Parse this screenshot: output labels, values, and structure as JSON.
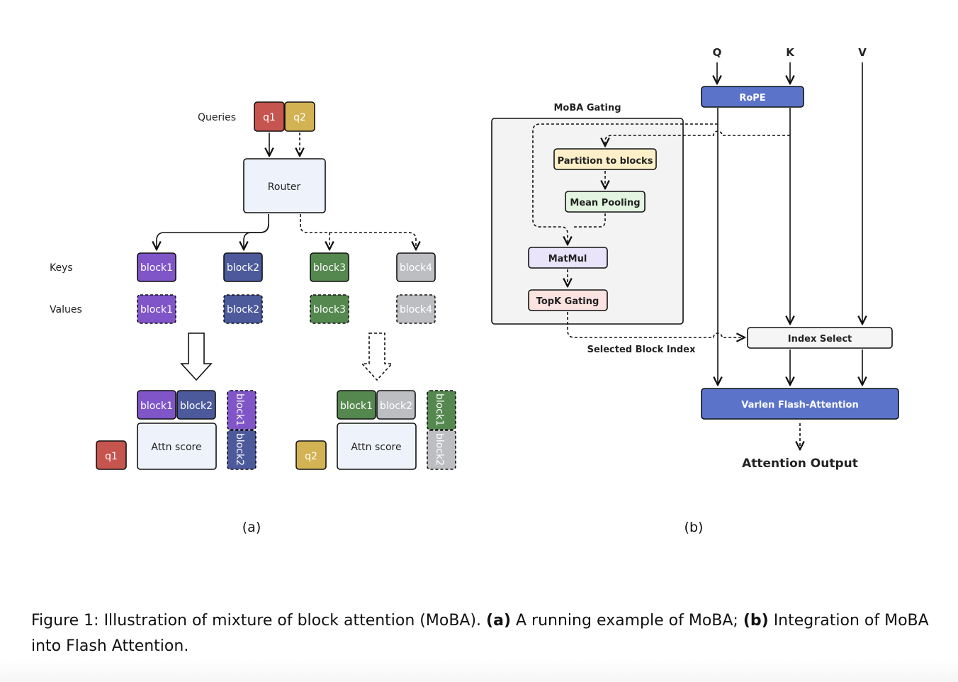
{
  "colors": {
    "q1": "#c6544f",
    "q2": "#d3b254",
    "block1": "#7f55c8",
    "block2": "#4c5a9c",
    "block3": "#55884f",
    "block4": "#bcbec2",
    "router_fill": "#eef2fb",
    "rope": "#5b74c9",
    "varlen": "#5b74c9",
    "partition": "#fdf0c9",
    "pooling": "#e3f4e1",
    "matmul": "#e9e4f9",
    "topk": "#fbe3e1",
    "gating_panel": "#f3f3f3"
  },
  "panel_a": {
    "queries_label": "Queries",
    "keys_label": "Keys",
    "values_label": "Values",
    "q1": "q1",
    "q2": "q2",
    "router": "Router",
    "blocks": [
      "block1",
      "block2",
      "block3",
      "block4"
    ],
    "attn_score": "Attn score",
    "sub_label": "(a)"
  },
  "panel_b": {
    "q_label": "Q",
    "k_label": "K",
    "v_label": "V",
    "rope": "RoPE",
    "gating_title": "MoBA Gating",
    "partition": "Partition to blocks",
    "pooling": "Mean Pooling",
    "matmul": "MatMul",
    "topk": "TopK Gating",
    "selected_index": "Selected Block Index",
    "index_select": "Index Select",
    "varlen": "Varlen Flash-Attention",
    "output": "Attention Output",
    "sub_label": "(b)"
  },
  "caption": {
    "prefix": "Figure 1: Illustration of mixture of block attention (MoBA).",
    "a_tag": "(a)",
    "a_text": "A running example of MoBA;",
    "b_tag": "(b)",
    "b_text": "Integration of MoBA into Flash Attention."
  }
}
